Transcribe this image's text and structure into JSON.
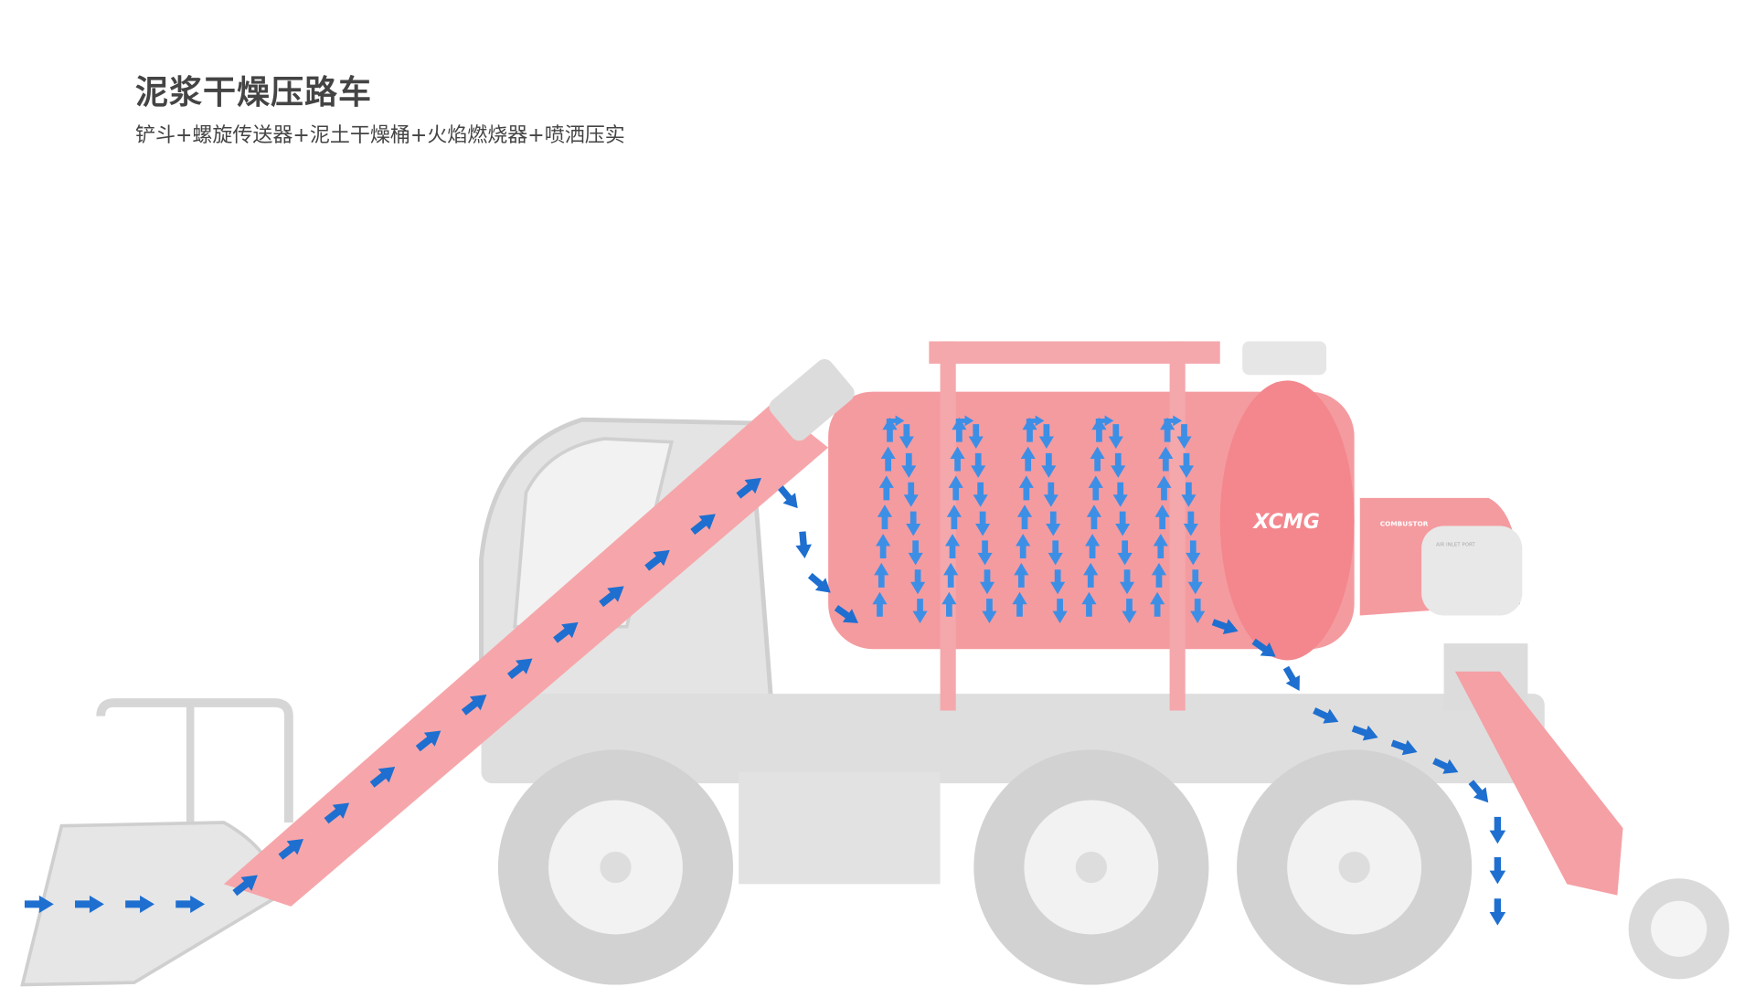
{
  "header": {
    "title": "泥浆干燥压路车",
    "subtitle": "铲斗+螺旋传送器+泥土干燥桶+火焰燃烧器+喷洒压实"
  },
  "illustration": {
    "brand_logo": "XCMG",
    "combustor_label": "COMBUSTOR",
    "air_inlet_label": "AIR INLET PORT",
    "colors": {
      "machine_red": "#f07a7f",
      "machine_gray": "#dcdcdc",
      "flow_arrow": "#1e6fd0",
      "title_text": "#444444"
    }
  }
}
